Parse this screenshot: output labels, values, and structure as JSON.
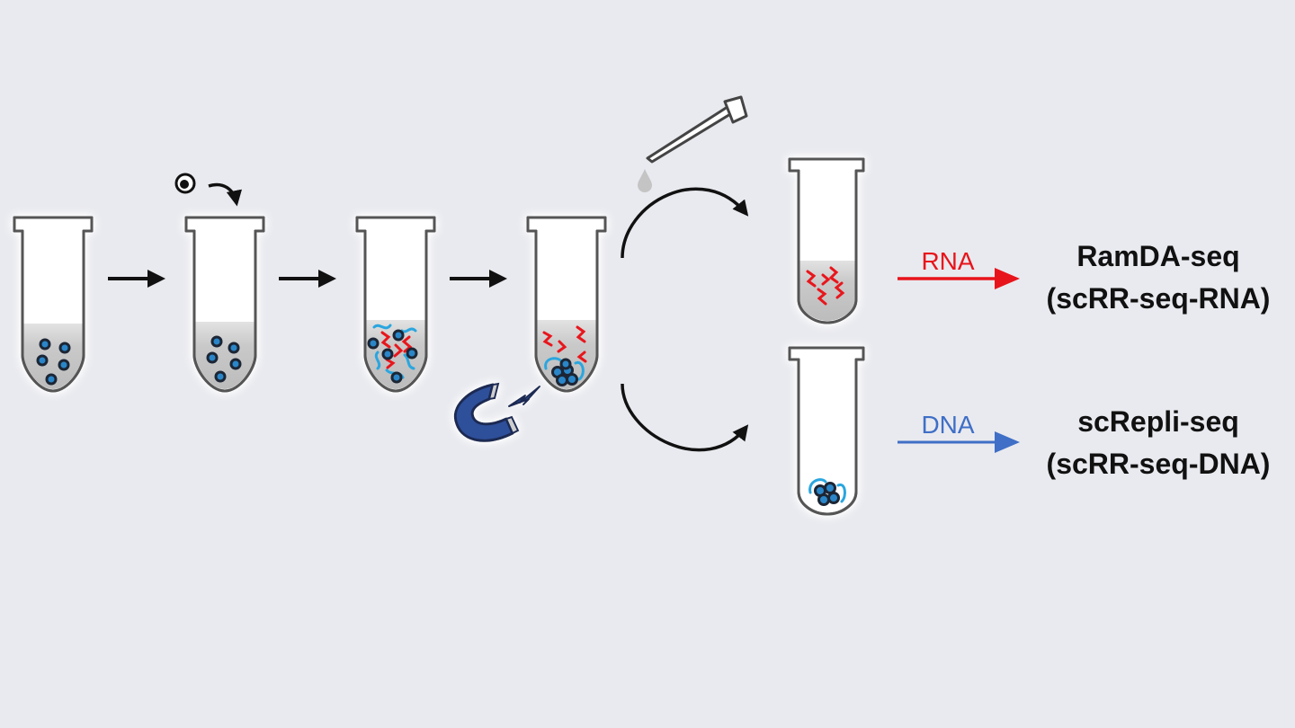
{
  "colors": {
    "background": "#e9eaef",
    "rna": "#e8141b",
    "dna": "#3f6fc6",
    "dna_strand": "#2aa6df",
    "bead": "#1c2535",
    "bead_core": "#2a86c8",
    "tube_outline": "#555555",
    "magnet": "#2f4f9a"
  },
  "outputs": [
    {
      "arrow_label": "RNA",
      "method": "RamDA-seq",
      "method_sub": "(scRR-seq-RNA)"
    },
    {
      "arrow_label": "DNA",
      "method": "scRepli-seq",
      "method_sub": "(scRR-seq-DNA)"
    }
  ],
  "icons": {
    "cell": "cell-icon",
    "pipette": "pipette-icon",
    "drop": "drop-icon",
    "magnet": "magnet-icon"
  }
}
